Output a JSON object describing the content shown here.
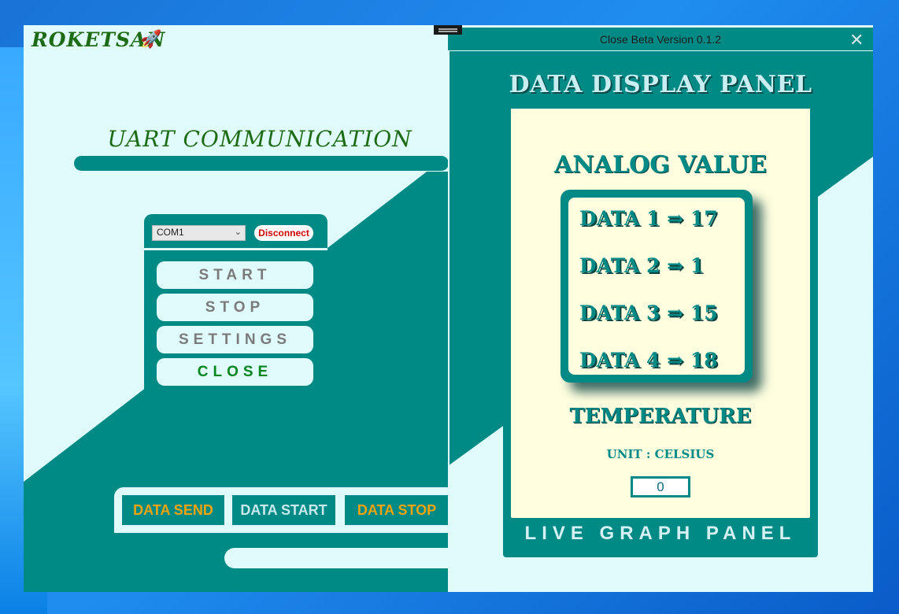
{
  "window": {
    "version_title": "Close Beta Version 0.1.2",
    "close_glyph": "✕"
  },
  "brand": {
    "name": "ROKETSAN",
    "icon": "rocket-icon",
    "icon_glyph": "🚀"
  },
  "left": {
    "title": "UART COMMUNICATION",
    "port": {
      "selected": "COM1",
      "chevron": "⌄"
    },
    "disconnect_label": "Disconnect",
    "menu": {
      "start": "START",
      "stop": "STOP",
      "settings": "SETTINGS",
      "close": "CLOSE"
    },
    "bottom_buttons": {
      "send": "DATA SEND",
      "start": "DATA START",
      "stop": "DATA STOP"
    }
  },
  "right": {
    "panel_title": "DATA DISPLAY PANEL",
    "analog_title": "ANALOG VALUE",
    "data_lines": [
      "DATA 1 ⇒ 17",
      "DATA 2 ⇒ 1",
      "DATA 3 ⇒ 15",
      "DATA 4 ⇒ 18"
    ],
    "temperature_title": "TEMPERATURE",
    "unit_label": "UNIT : CELSIUS",
    "temperature_value": "0",
    "live_graph_label": "LIVE GRAPH PANEL"
  },
  "colors": {
    "teal": "#008a86",
    "light": "#e0fbfc",
    "cream": "#ffffe0",
    "green_text": "#1e6b15",
    "orange": "#f0a30a",
    "gray_text": "#7b7b7b",
    "red": "#d00000"
  }
}
